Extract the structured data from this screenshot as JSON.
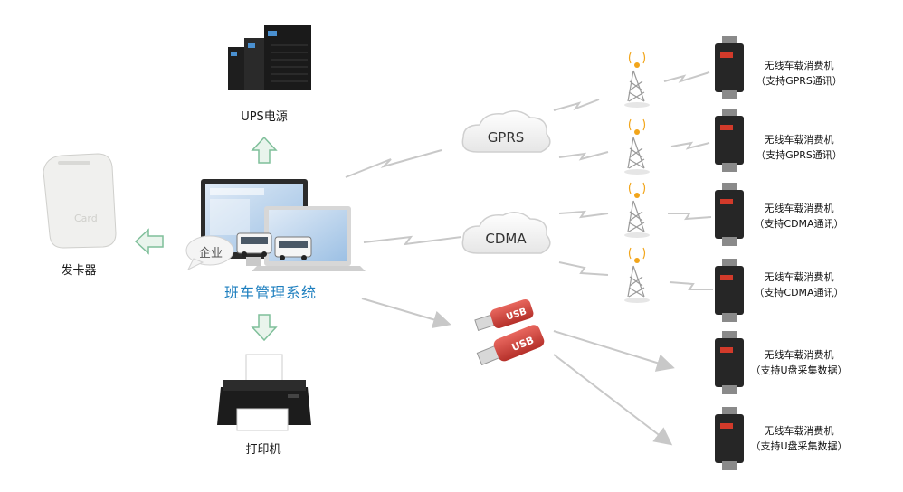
{
  "ups": {
    "label": "UPS电源"
  },
  "card_issuer": {
    "label": "发卡器"
  },
  "printer": {
    "label": "打印机"
  },
  "system": {
    "bubble": "企业",
    "title": "班车管理系统"
  },
  "networks": {
    "gprs": "GPRS",
    "cdma": "CDMA",
    "usb": "USB"
  },
  "devices": [
    {
      "name": "无线车载消费机",
      "note": "（支持GPRS通讯）"
    },
    {
      "name": "无线车载消费机",
      "note": "（支持GPRS通讯）"
    },
    {
      "name": "无线车载消费机",
      "note": "（支持CDMA通讯）"
    },
    {
      "name": "无线车载消费机",
      "note": "（支持CDMA通讯）"
    },
    {
      "name": "无线车载消费机",
      "note": "（支持U盘采集数据）"
    },
    {
      "name": "无线车载消费机",
      "note": "（支持U盘采集数据）"
    }
  ],
  "colors": {
    "accent_blue": "#1e7fbf",
    "arrow_green": "#7fbf9a",
    "link_gray": "#c8c8c8",
    "tower_orange": "#f2a51a"
  }
}
